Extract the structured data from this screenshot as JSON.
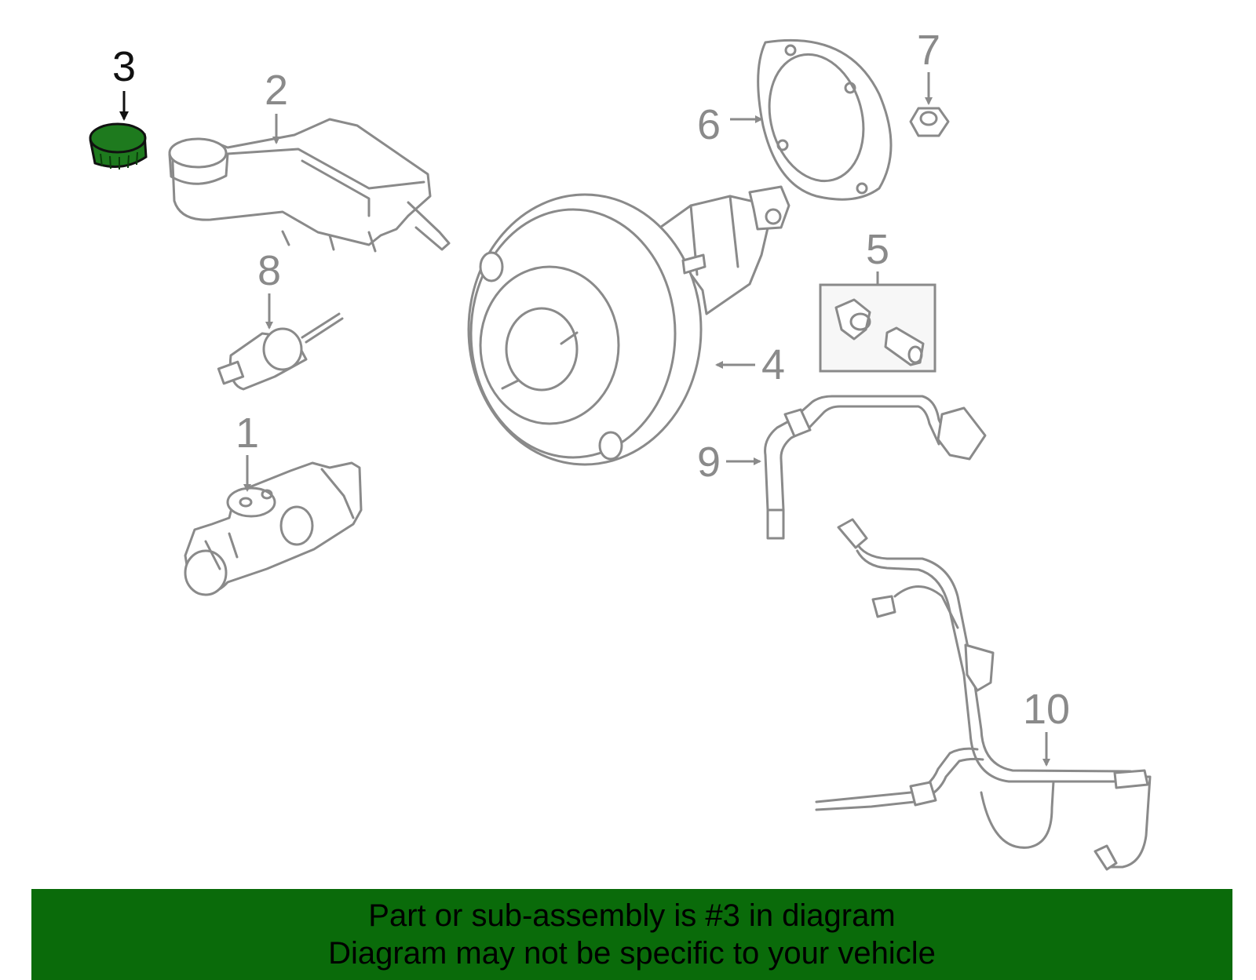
{
  "diagram": {
    "callouts": [
      "1",
      "2",
      "3",
      "4",
      "5",
      "6",
      "7",
      "8",
      "9",
      "10"
    ],
    "highlighted_part": "3",
    "highlight_color": "#1e7a1e",
    "part_line_color": "#8a8a8a",
    "kit_box_fill": "#f7f7f7"
  },
  "banner": {
    "line1": "Part or sub-assembly is #3 in diagram",
    "line2": "Diagram may not be specific to your vehicle",
    "background": "#0a6b0a"
  }
}
